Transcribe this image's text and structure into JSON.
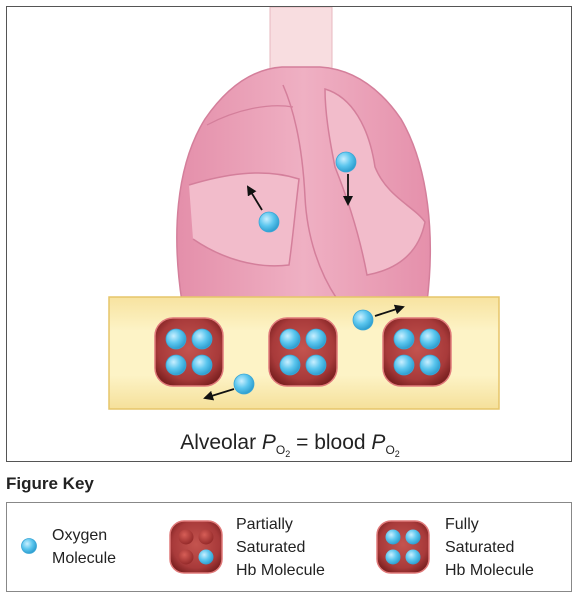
{
  "caption": {
    "prefix": "Alveolar ",
    "p1": "P",
    "o1": "O",
    "n1": "2",
    "middle": " = blood ",
    "p2": "P",
    "o2": "O",
    "n2": "2"
  },
  "figure_key": {
    "title": "Figure Key",
    "items": [
      {
        "icon": "oxygen-molecule-icon",
        "lines": [
          "Oxygen",
          "Molecule"
        ]
      },
      {
        "icon": "partially-saturated-hb-icon",
        "lines": [
          "Partially",
          "Saturated",
          "Hb Molecule"
        ]
      },
      {
        "icon": "fully-saturated-hb-icon",
        "lines": [
          "Fully",
          "Saturated",
          "Hb Molecule"
        ]
      }
    ]
  },
  "colors": {
    "oxygen": "#5bc6ee",
    "hemoglobin": "#a83a3a",
    "capillary": "#fbeeb0",
    "lung": "#eaa0b8",
    "trachea": "#f8dde0"
  }
}
